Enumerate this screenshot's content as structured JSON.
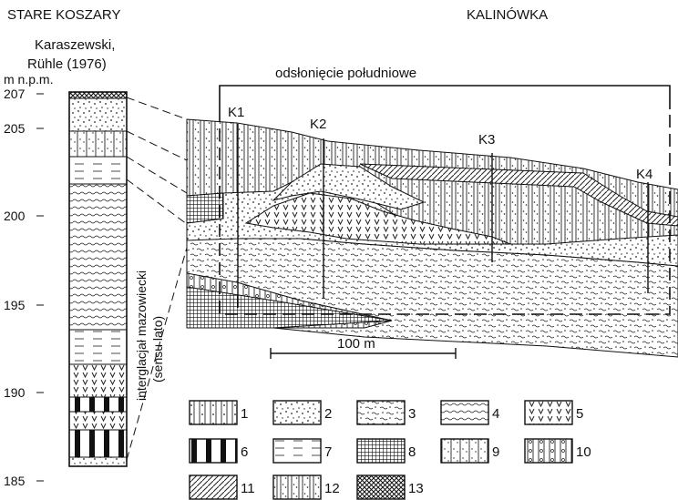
{
  "left_title": "STARE KOSZARY",
  "source": [
    "Karaszewski,",
    "Rühle (1976)"
  ],
  "unit": "m n.p.m.",
  "right_title": "KALINÓWKA",
  "outcrop_label": "odsłonięcie południowe",
  "interglacial_label": [
    "interglacjał mazowiecki",
    "(sensu lato)"
  ],
  "scale_label": "100 m",
  "elevation_ticks": [
    "207",
    "205",
    "200",
    "195",
    "190",
    "185"
  ],
  "boreholes": [
    "K1",
    "K2",
    "K3",
    "K4"
  ],
  "legend": [
    {
      "num": "1",
      "pattern": "p1"
    },
    {
      "num": "2",
      "pattern": "p2"
    },
    {
      "num": "3",
      "pattern": "p3"
    },
    {
      "num": "4",
      "pattern": "p4"
    },
    {
      "num": "5",
      "pattern": "p5"
    },
    {
      "num": "6",
      "pattern": "p6"
    },
    {
      "num": "7",
      "pattern": "p7"
    },
    {
      "num": "8",
      "pattern": "p8"
    },
    {
      "num": "9",
      "pattern": "p9"
    },
    {
      "num": "10",
      "pattern": "p10"
    },
    {
      "num": "11",
      "pattern": "p11"
    },
    {
      "num": "12",
      "pattern": "p12"
    },
    {
      "num": "13",
      "pattern": "p13"
    }
  ]
}
